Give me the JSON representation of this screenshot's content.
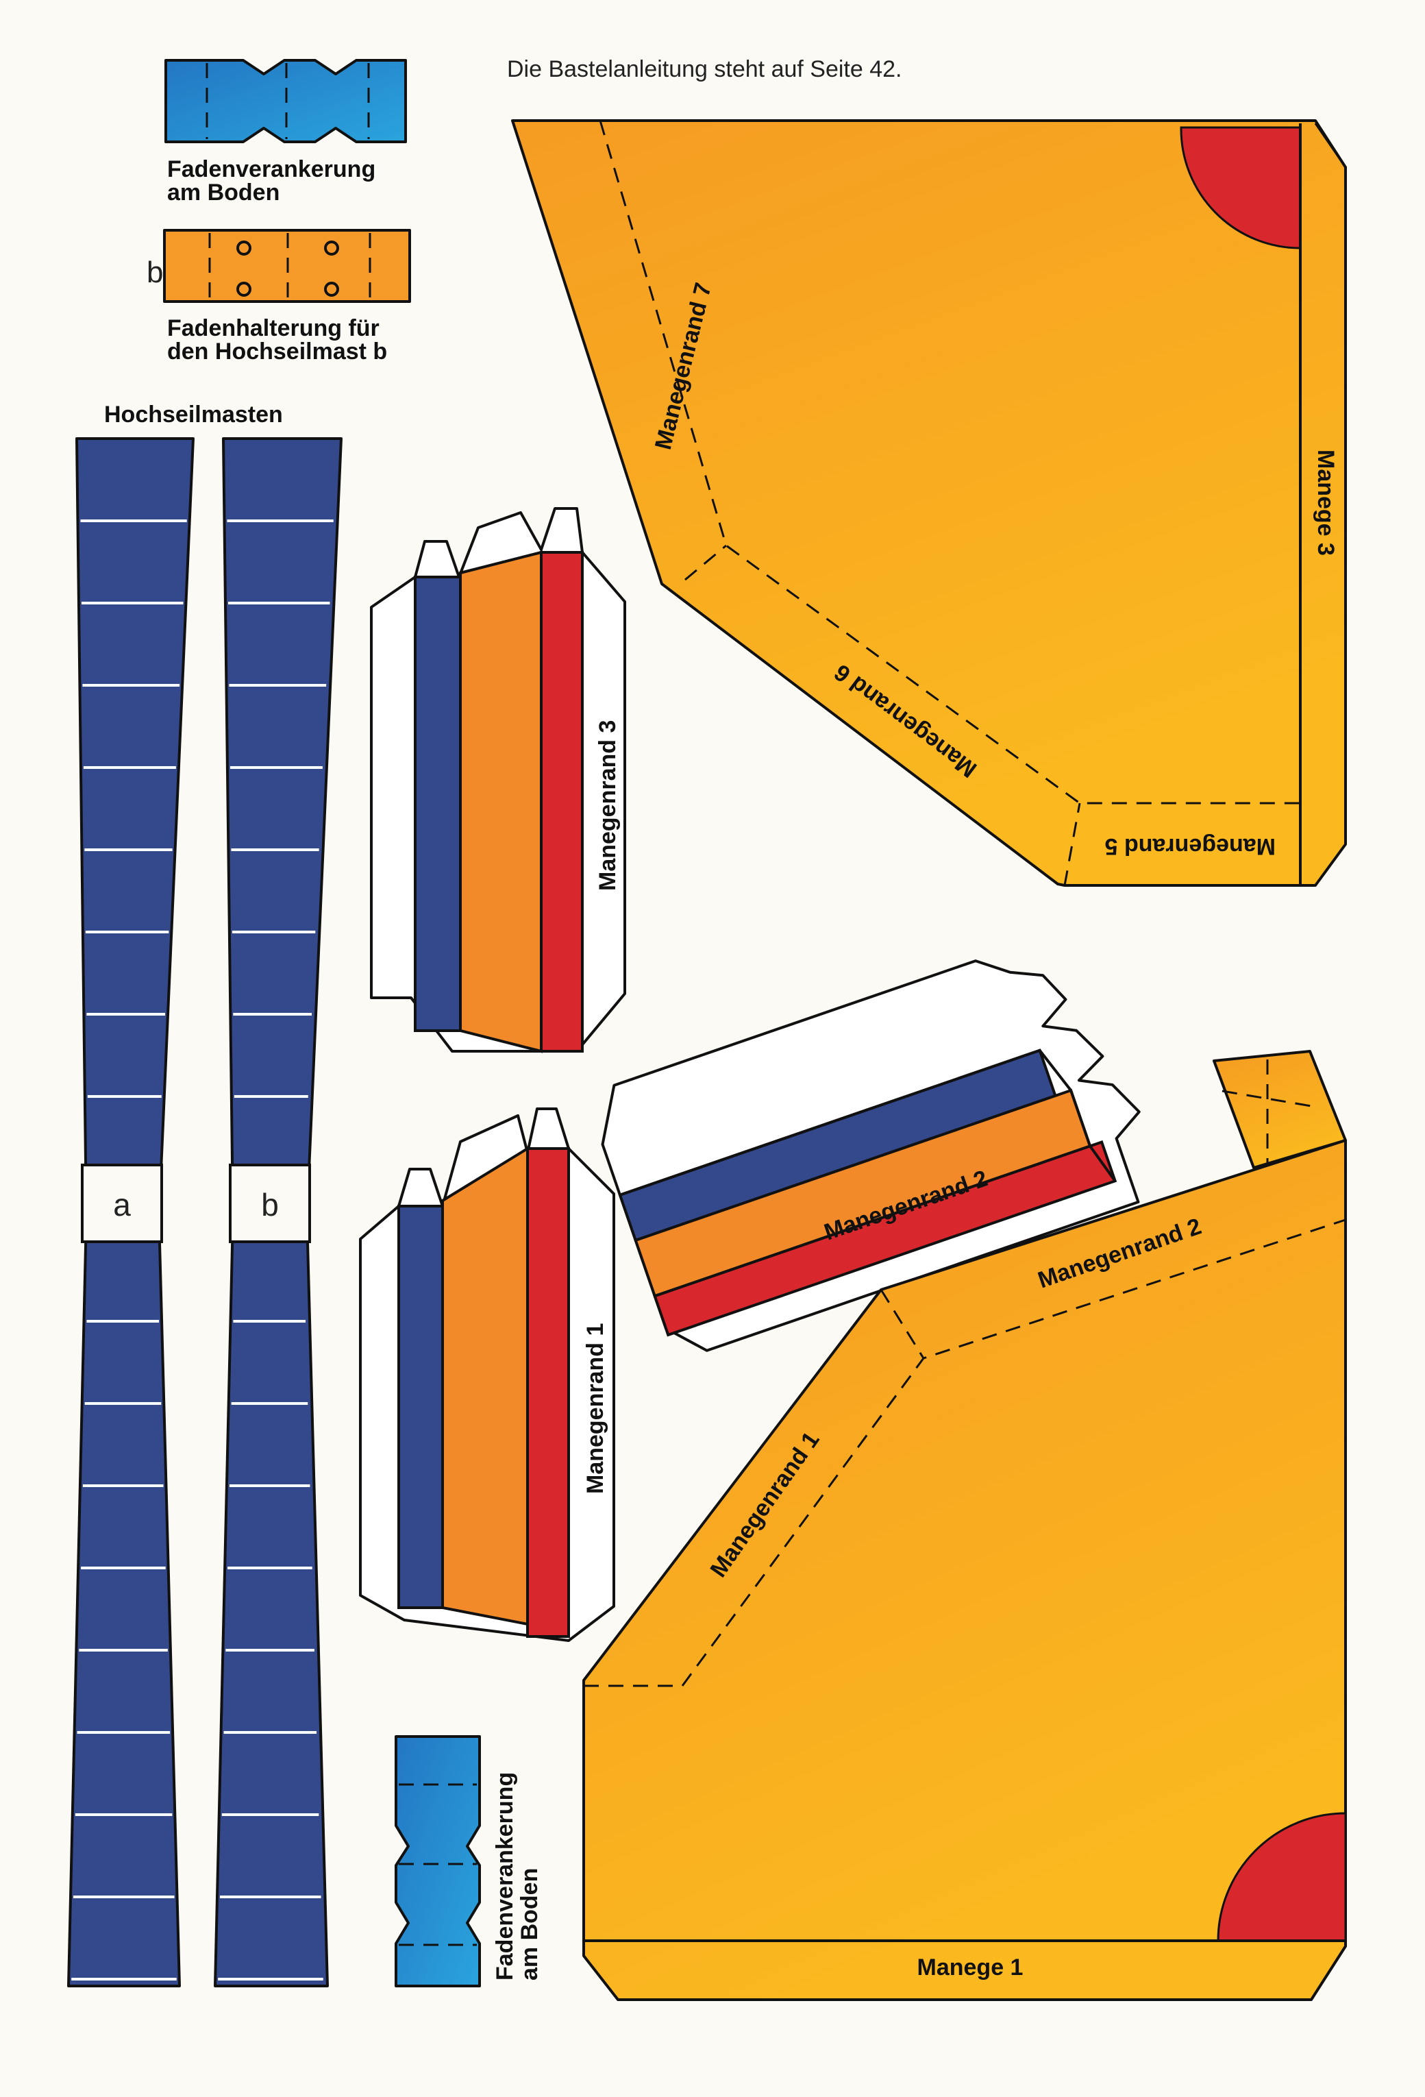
{
  "note": "Die Bastelanleitung  steht auf Seite 42.",
  "anchor_top": {
    "caption_line1": "Fadenverankerung",
    "caption_line2": "am Boden"
  },
  "holder": {
    "letter": "b",
    "caption_line1": "Fadenhalterung für",
    "caption_line2": "den Hochseilmast b"
  },
  "masts": {
    "heading": "Hochseilmasten",
    "mast_a_label": "a",
    "mast_b_label": "b"
  },
  "anchor_bottom": {
    "caption_line1": "Fadenverankerung",
    "caption_line2": "am Boden"
  },
  "rim_3": {
    "label": "Manegenrand 3"
  },
  "rim_1": {
    "label": "Manegenrand 1"
  },
  "rim_2": {
    "label": "Manegenrand 2"
  },
  "ring_top": {
    "rim_7_label": "Manegenrand 7",
    "rim_6_label": "Manegenrand 6",
    "rim_5_label": "Manegenrand 5",
    "manege_label": "Manege 3"
  },
  "ring_bottom": {
    "rim_1_label": "Manegenrand 1",
    "rim_2_label": "Manegenrand 2",
    "manege_label": "Manege 1"
  },
  "colors": {
    "blue": "#334a8e",
    "light_blue": "#1e93d2",
    "orange": "#f28a2a",
    "red": "#d8282e",
    "yellow": "#f6ad21"
  }
}
